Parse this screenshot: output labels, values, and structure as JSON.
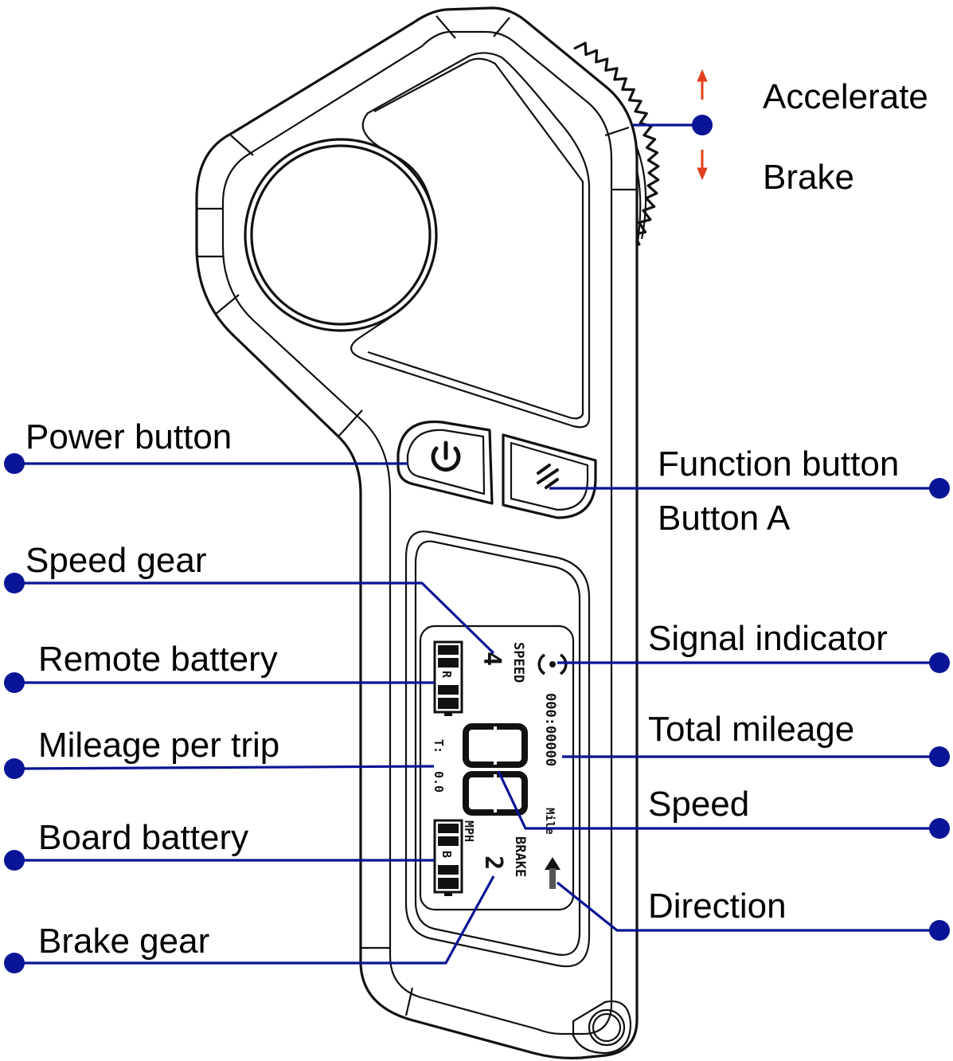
{
  "diagram": {
    "subject": "Electric skateboard wireless remote control",
    "colors": {
      "outline": "#111111",
      "leader_line": "#0a1496",
      "direction_arrows": "#e0401e",
      "background": "#ffffff"
    },
    "thumbwheel": {
      "up_label": "Accelerate",
      "down_label": "Brake"
    },
    "callouts_left": [
      {
        "id": "power-button",
        "label": "Power button"
      },
      {
        "id": "speed-gear",
        "label": "Speed gear"
      },
      {
        "id": "remote-battery",
        "label": "Remote battery"
      },
      {
        "id": "mileage-per-trip",
        "label": "Mileage per trip"
      },
      {
        "id": "board-battery",
        "label": "Board battery"
      },
      {
        "id": "brake-gear",
        "label": "Brake gear"
      }
    ],
    "callouts_right": [
      {
        "id": "function-button",
        "label": "Function button"
      },
      {
        "id": "button-a",
        "label": "Button A"
      },
      {
        "id": "signal-indicator",
        "label": "Signal indicator"
      },
      {
        "id": "total-mileage",
        "label": "Total mileage"
      },
      {
        "id": "speed",
        "label": "Speed"
      },
      {
        "id": "direction",
        "label": "Direction"
      }
    ],
    "lcd": {
      "speed_label": "SPEED",
      "speed_gear_value": "4",
      "remote_battery_letter": "R",
      "board_battery_letter": "B",
      "trip_label": "T:",
      "trip_value": "0.0",
      "speed_value": "00",
      "speed_unit": "MPH",
      "total_mileage": "000:00000",
      "total_mileage_unit": "Mile",
      "brake_label": "BRAKE",
      "brake_gear_value": "2",
      "signal_icon": "signal-icon",
      "direction_icon": "up-arrow-icon"
    }
  }
}
